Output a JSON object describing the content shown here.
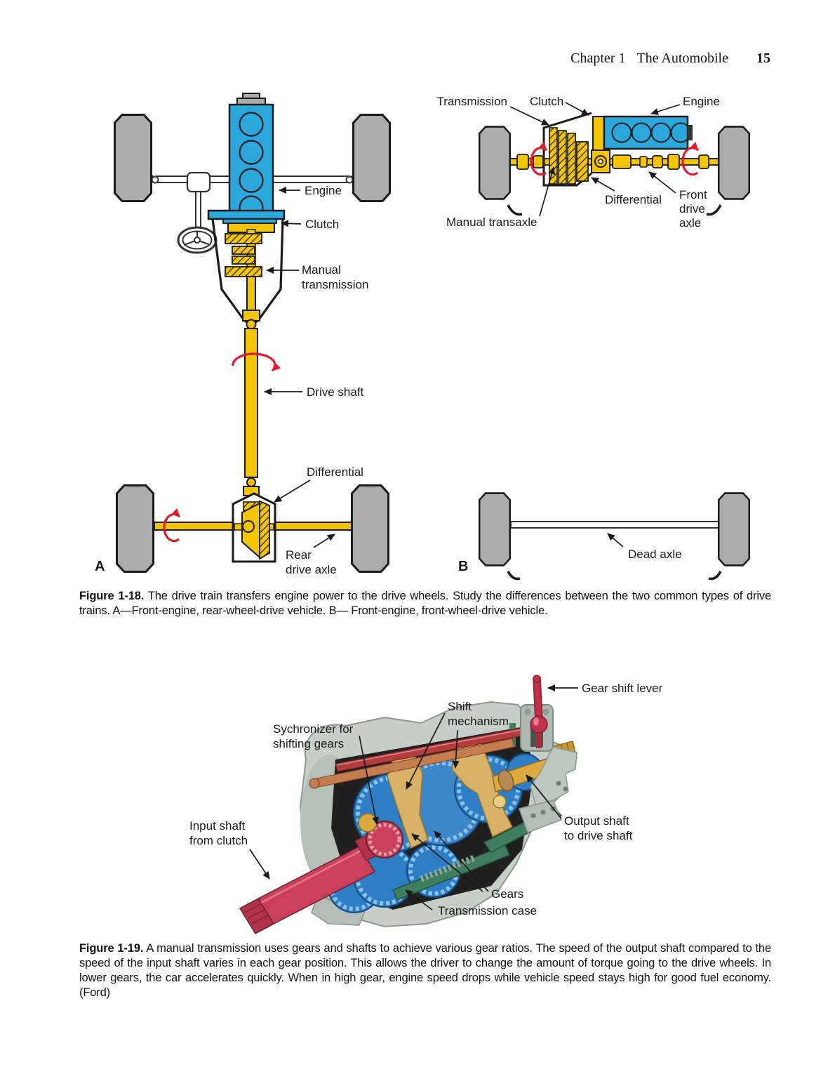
{
  "header": {
    "chapter": "Chapter 1",
    "title": "The Automobile",
    "page_number": "15"
  },
  "fig118": {
    "panel_a": {
      "letter": "A",
      "labels": {
        "engine": "Engine",
        "clutch": "Clutch",
        "manual_transmission": [
          "Manual",
          "transmission"
        ],
        "drive_shaft": "Drive shaft",
        "differential": "Differential",
        "rear_drive_axle": [
          "Rear",
          "drive axle"
        ]
      }
    },
    "panel_b": {
      "letter": "B",
      "labels": {
        "transmission": "Transmission",
        "clutch": "Clutch",
        "engine": "Engine",
        "differential": "Differential",
        "front_drive_axle": [
          "Front",
          "drive",
          "axle"
        ],
        "manual_transaxle": "Manual transaxle",
        "dead_axle": "Dead axle"
      }
    },
    "caption_lead": "Figure 1-18.",
    "caption_text": "The drive train transfers engine power to the drive wheels. Study the differences between the two common types of drive trains. A—Front-engine, rear-wheel-drive vehicle. B— Front-engine, front-wheel-drive vehicle."
  },
  "fig119": {
    "labels": {
      "gear_shift_lever": "Gear shift lever",
      "shift_mechanism": [
        "Shift",
        "mechanism"
      ],
      "synchronizer": [
        "Sychronizer for",
        "shifting gears"
      ],
      "input_shaft": [
        "Input shaft",
        "from clutch"
      ],
      "output_shaft": [
        "Output shaft",
        "to drive shaft"
      ],
      "gears": "Gears",
      "transmission_case": "Transmission case"
    },
    "caption_lead": "Figure 1-19.",
    "caption_text": "A manual transmission uses gears and shafts to achieve various gear ratios. The speed of the output shaft compared to the speed of the input shaft varies in each gear position. This allows the driver to change the amount of torque going to the drive wheels. In lower gears, the car accelerates quickly. When in high gear, engine speed drops while vehicle speed stays high for good fuel economy. (Ford)"
  },
  "colors": {
    "engine_blue": "#2BA7DC",
    "drivetrain_yellow": "#F2C500",
    "rotation_arrow_red": "#E8192C",
    "wheel_gray": "#ACACAC",
    "case_gray_green": "#C6CFC7",
    "gear_blue": "#2E7EC5",
    "input_shaft_red": "#C9405A",
    "fork_gold": "#D7B268",
    "output_shaft_gold": "#DCA93E",
    "reverse_green": "#3F7F5F",
    "text_black": "#1A1A1A"
  }
}
